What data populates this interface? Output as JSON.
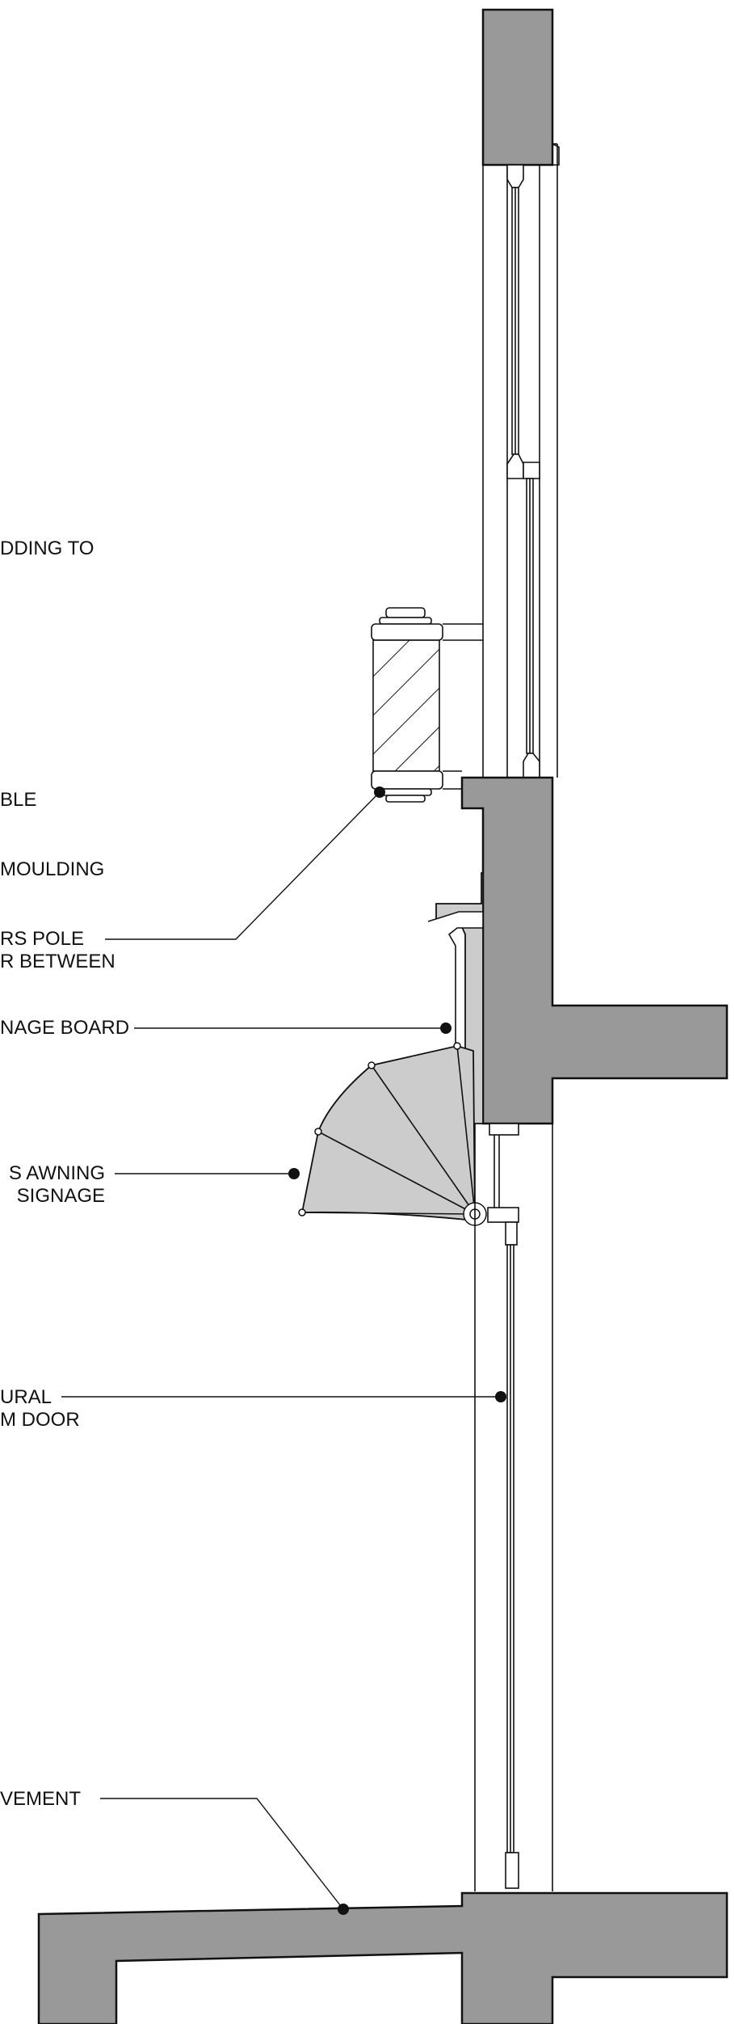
{
  "labels": {
    "ledge_cladding": {
      "lines": [
        "DDING TO"
      ]
    },
    "cable": {
      "lines": [
        "BLE"
      ]
    },
    "moulding": {
      "lines": [
        "MOULDING"
      ]
    },
    "blinds_pole": {
      "lines": [
        "RS POLE",
        "R BETWEEN"
      ]
    },
    "signage_board": {
      "lines": [
        "NAGE BOARD"
      ]
    },
    "awning": {
      "lines": [
        "S AWNING",
        "SIGNAGE"
      ]
    },
    "door": {
      "lines": [
        "URAL",
        "M DOOR"
      ]
    },
    "pavement": {
      "lines": [
        "VEMENT"
      ]
    }
  },
  "colors": {
    "masonry": "#999999",
    "awning": "#cccccc",
    "hatch_block": "#ffffff",
    "line": "#111111",
    "background": "#ffffff"
  }
}
